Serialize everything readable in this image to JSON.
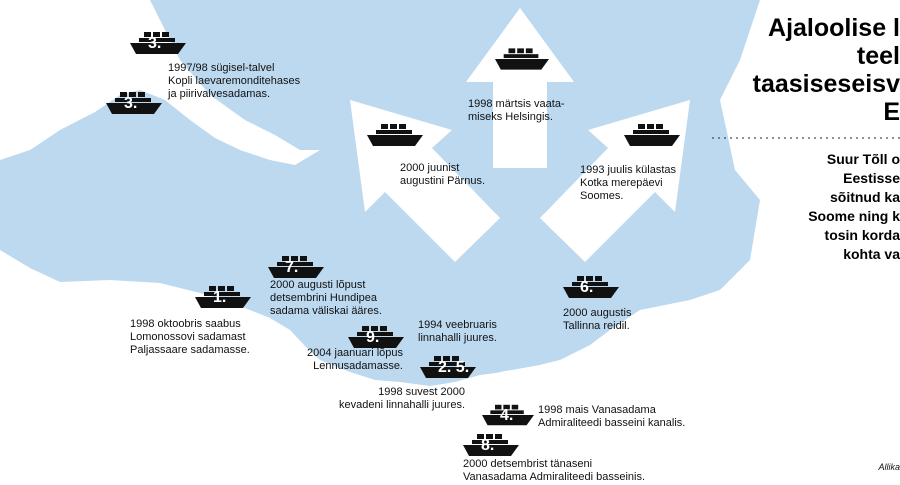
{
  "title": "Ajaloolise l\n teel\ntaasiseseisv\n E",
  "subtitle": "Suur Tõll o\nEestisse\nsõitnud ka\nSoome ning k\ntosin korda\nkohta va",
  "source": "Allika",
  "colors": {
    "sea": "#bcd9f0",
    "land": "#ffffff",
    "ship": "#111111",
    "arrow": "#ffffff"
  },
  "events": [
    {
      "number": "3.",
      "text": "1997/98 sügisel-talvel\nKopli laevaremonditehases\nja piirivalvesadamas."
    },
    {
      "number": "3.",
      "text": ""
    },
    {
      "number": "",
      "text": "1998 märtsis vaata-\nmiseks Helsingis."
    },
    {
      "number": "",
      "text": "2000 juunist\naugustini Pärnus."
    },
    {
      "number": "",
      "text": "1993 juulis külastas\nKotka merepäevi\nSoomes."
    },
    {
      "number": "7.",
      "text": "2000 augusti lõpust\ndetsembrini Hundipea\nsadama väliskai ääres."
    },
    {
      "number": "1.",
      "text": "1998 oktoobris saabus\nLomonossovi sadamast\nPaljassaare sadamasse."
    },
    {
      "number": "9.",
      "text": "2004 jaanuari lõpus\nLennusadamasse."
    },
    {
      "number": "",
      "text": "1994 veebruaris\nlinnahalli juures."
    },
    {
      "number": "2. 5.",
      "text": "1998 suvest 2000\nkevadeni linnahalli juures."
    },
    {
      "number": "6.",
      "text": "2000 augustis\nTallinna reidil."
    },
    {
      "number": "4.",
      "text": "1998 mais Vanasadama\nAdmiraliteedi basseini kanalis."
    },
    {
      "number": "8.",
      "text": "2000 detsembrist tänaseni\nVanasadama Admiraliteedi basseinis."
    }
  ]
}
